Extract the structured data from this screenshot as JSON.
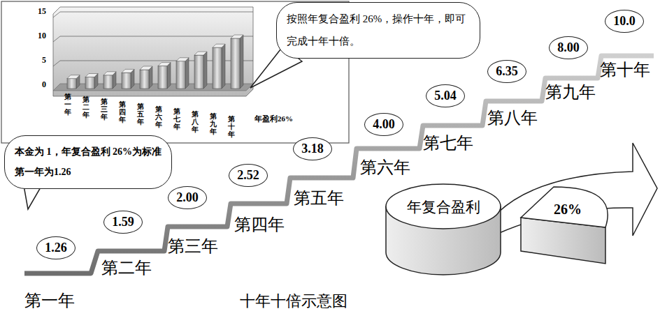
{
  "diagram": {
    "caption": "十年十倍示意图",
    "nodes": [
      {
        "text": [
          "按照年复合盈利 26%，操作十年，即可完成十年十倍。"
        ]
      },
      {
        "text": [
          "本金为 1，年复合盈利 26%为标准第一年为1.26"
        ]
      },
      {
        "text": [
          "1.26"
        ]
      },
      {
        "text": [
          "1.59"
        ]
      },
      {
        "text": [
          "2.00"
        ]
      },
      {
        "text": [
          "2.52"
        ]
      },
      {
        "text": [
          "3.18"
        ]
      },
      {
        "text": [
          "4.00"
        ]
      },
      {
        "text": [
          "5.04"
        ]
      },
      {
        "text": [
          "6.35"
        ]
      },
      {
        "text": [
          "8.00"
        ]
      },
      {
        "text": [
          "10.0"
        ]
      }
    ],
    "labels": [
      "15",
      "10",
      "5",
      "0",
      "第一年",
      "第二年",
      "第三年",
      "第四年",
      "第五年",
      "第六年",
      "第七年",
      "第八年",
      "第九年",
      "第十年",
      "年盈利26%",
      "第一年",
      "第二年",
      "第三年",
      "第四年",
      "第五年",
      "第六年",
      "第七年",
      "第八年",
      "第九年",
      "第十年",
      "年复合盈利",
      "26%"
    ]
  }
}
